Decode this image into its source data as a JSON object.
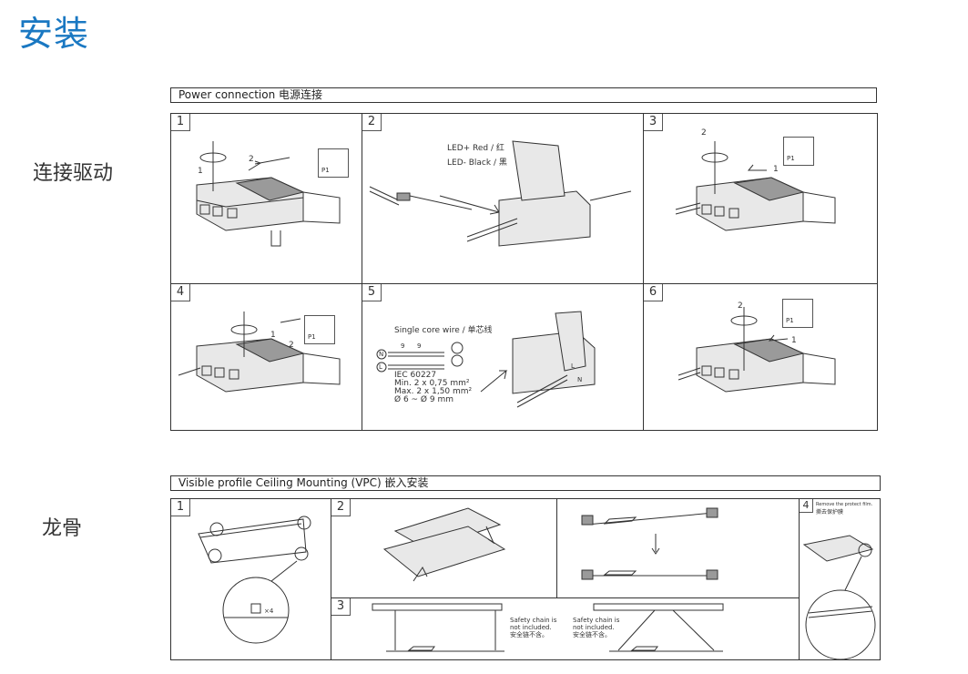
{
  "page_title": "安装",
  "sections": {
    "power": {
      "side_label": "连接驱动",
      "header": "Power connection 电源连接",
      "steps": [
        "1",
        "2",
        "3",
        "4",
        "5",
        "6"
      ],
      "callouts": {
        "one": "1",
        "two": "2"
      },
      "tool_label": "P1",
      "wire_labels": {
        "plus": "LED+ Red / 红",
        "minus": "LED- Black / 黑"
      },
      "single_core": "Single core wire / 单芯线",
      "strip_a": "9",
      "strip_b": "9",
      "terminal_n": "N",
      "terminal_l": "L",
      "spec": [
        "IEC 60227",
        "Min. 2 x 0,75 mm²",
        "Max. 2 x 1,50 mm²",
        "Ø 6 ~ Ø 9 mm"
      ]
    },
    "ceiling": {
      "side_label": "龙骨",
      "header": "Visible profile Ceiling Mounting (VPC) 嵌入安装",
      "steps": [
        "1",
        "2",
        "3",
        "4"
      ],
      "multiplier": "×4",
      "remove_film": "Remove the protect film.",
      "remove_film_cn": "撕去保护膜",
      "safety": "Safety chain is",
      "safety2": "not included.",
      "safety_cn": "安全链不含。"
    }
  }
}
